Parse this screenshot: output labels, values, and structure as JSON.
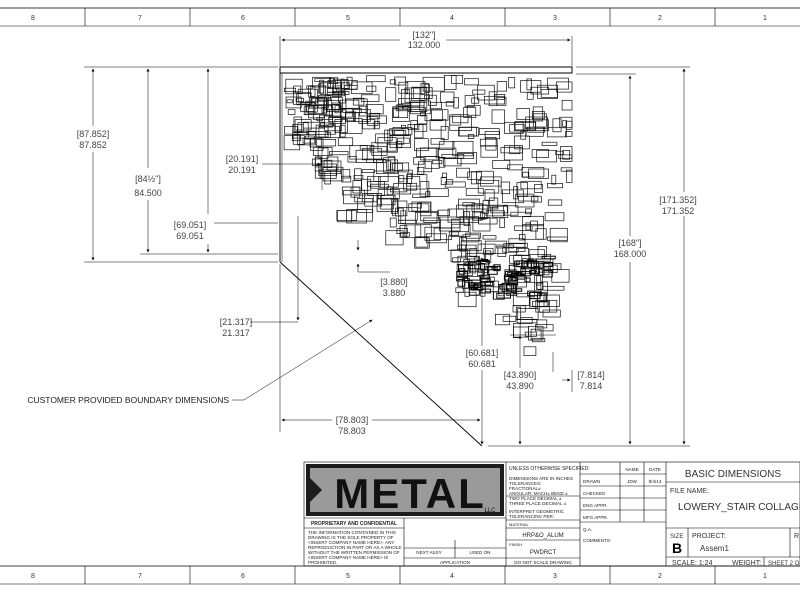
{
  "border": {
    "top_zones": [
      "8",
      "7",
      "6",
      "5",
      "4",
      "3",
      "2",
      "1"
    ],
    "bottom_zones": [
      "8",
      "7",
      "6",
      "5",
      "4",
      "3",
      "2",
      "1"
    ]
  },
  "dimensions": {
    "width_132": {
      "bracket": "[132\"]",
      "decimal": "132.000"
    },
    "left_87852": {
      "bracket": "[87.852]",
      "decimal": "87.852"
    },
    "left_84500": {
      "bracket": "[84½\"]",
      "decimal": "84.500"
    },
    "inner_20191": {
      "bracket": "[20.191]",
      "decimal": "20.191"
    },
    "inner_69051": {
      "bracket": "[69.051]",
      "decimal": "69.051"
    },
    "inner_3880": {
      "bracket": "[3.880]",
      "decimal": "3.880"
    },
    "inner_21317": {
      "bracket": "[21.317]",
      "decimal": "21.317"
    },
    "right_171352": {
      "bracket": "[171.352]",
      "decimal": "171.352"
    },
    "right_168000": {
      "bracket": "[168\"]",
      "decimal": "168.000"
    },
    "inner_60681": {
      "bracket": "[60.681]",
      "decimal": "60.681"
    },
    "inner_43890": {
      "bracket": "[43.890]",
      "decimal": "43.890"
    },
    "inner_7814": {
      "bracket": "[7.814]",
      "decimal": "7.814"
    },
    "bottom_78803": {
      "bracket": "[78.803]",
      "decimal": "78.803"
    }
  },
  "callout": "CUSTOMER PROVIDED BOUNDARY DIMENSIONS",
  "title_block": {
    "logo_text": "METAL",
    "logo_suffix": "LLC",
    "proprietary_title": "PROPRIETARY AND CONFIDENTIAL",
    "proprietary_lines": [
      "THE INFORMATION CONTAINED IN THIS",
      "DRAWING IS THE SOLE PROPERTY OF",
      "<INSERT COMPANY NAME HERE>. ANY",
      "REPRODUCTION IN PART OR AS A WHOLE",
      "WITHOUT THE WRITTEN PERMISSION OF",
      "<INSERT COMPANY NAME HERE> IS",
      "PROHIBITED."
    ],
    "next_assy": "NEXT ASSY",
    "used_on": "USED ON",
    "application": "APPLICATION",
    "unless": "UNLESS OTHERWISE SPECIFIED:",
    "dims_lines": [
      "DIMENSIONS ARE IN INCHES",
      "TOLERANCES:",
      "FRACTIONAL±",
      "ANGULAR: MACH±   BEND ±",
      "TWO PLACE DECIMAL    ±",
      "THREE PLACE DECIMAL   ±"
    ],
    "interpret": [
      "INTERPRET GEOMETRIC",
      "TOLERANCING PER:"
    ],
    "material_label": "MATERIAL",
    "material": "HRP&O_ALUM",
    "finish_label": "FINISH",
    "finish": "PWDRCT",
    "do_not_scale": "DO NOT SCALE DRAWING",
    "col_name": "NAME",
    "col_date": "DATE",
    "drawn": "DRAWN",
    "drawn_name": "JDW",
    "drawn_date": "9/4/13",
    "checked": "CHECKED",
    "eng_appr": "ENG APPR.",
    "mfg_appr": "MFG APPR.",
    "qa": "Q.A.",
    "comments": "COMMENTS:",
    "drawing_title": "BASIC DIMENSIONS",
    "file_name_label": "FILE NAME:",
    "file_name": "LOWERY_STAIR COLLAGE",
    "size_label": "SIZE",
    "size": "B",
    "project_label": "PROJECT:",
    "project": "Assem1",
    "rev_fragment": "R",
    "scale": "SCALE: 1:24",
    "weight": "WEIGHT:",
    "sheet": "SHEET 2 O"
  }
}
